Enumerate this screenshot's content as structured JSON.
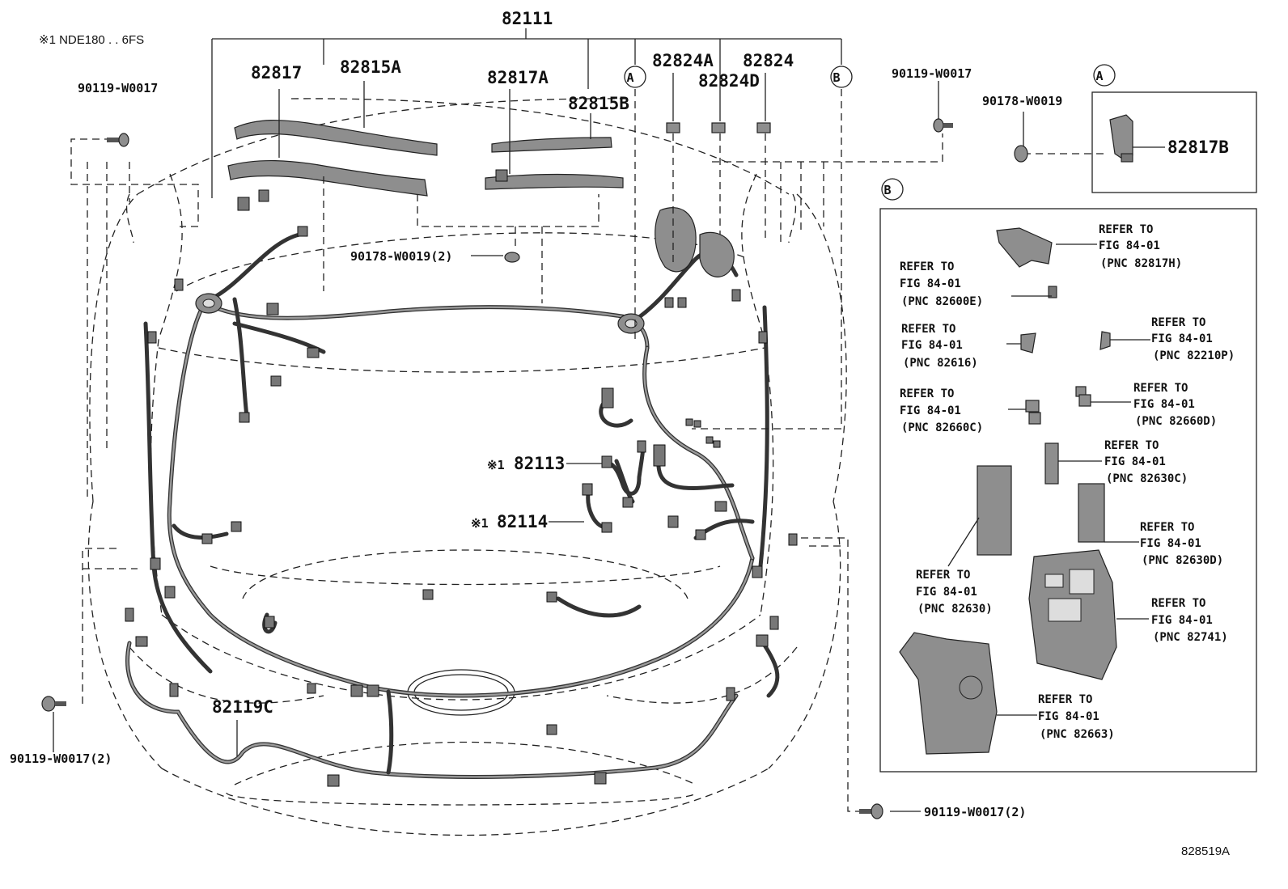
{
  "note": "※1 NDE180 . . 6FS",
  "diagram_id": "828519A",
  "callouts": {
    "harness_main": "82111",
    "p82817": "82817",
    "p82815A": "82815A",
    "p82817A": "82817A",
    "p82815B": "82815B",
    "p82824A": "82824A",
    "p82824D": "82824D",
    "p82824": "82824",
    "p82817B": "82817B",
    "p82113": "82113",
    "p82114": "82114",
    "p82119C": "82119C",
    "star_mark": "※1",
    "circle_A": "A",
    "circle_B": "B"
  },
  "fasteners": {
    "f_top_left": "90119-W0017",
    "f_top_right": "90119-W0017",
    "f_inset_a": "90178-W0019",
    "f_clip": "90178-W0019(2)",
    "f_bottom_left": "90119-W0017(2)",
    "f_bottom_right": "90119-W0017(2)"
  },
  "refer_line1": "REFER TO",
  "refer_line2": "FIG 84-01",
  "refs": [
    "(PNC 82817H)",
    "(PNC 82600E)",
    "(PNC 82616)",
    "(PNC 82210P)",
    "(PNC 82660C)",
    "(PNC 82660D)",
    "(PNC 82630C)",
    "(PNC 82630D)",
    "(PNC 82630)",
    "(PNC 82741)",
    "(PNC 82663)"
  ]
}
